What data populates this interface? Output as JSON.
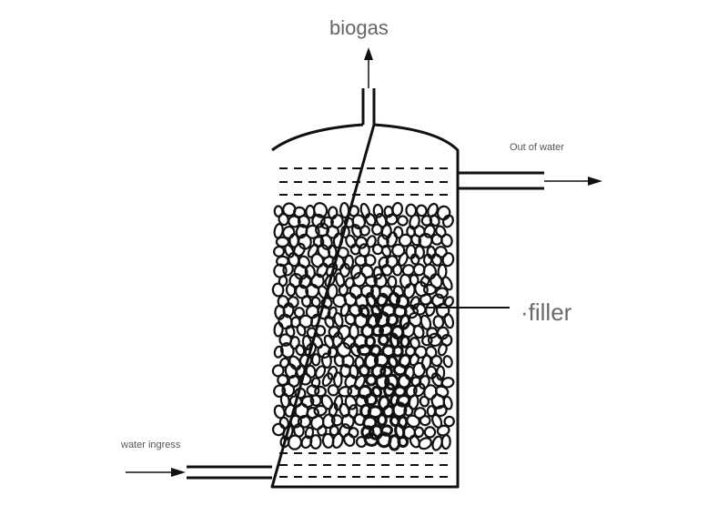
{
  "labels": {
    "biogas": "biogas",
    "water_out": "Out of water",
    "filler": "·filler",
    "water_in": "water ingress"
  },
  "colors": {
    "stroke": "#111111",
    "text": "#666666",
    "background": "#ffffff"
  }
}
